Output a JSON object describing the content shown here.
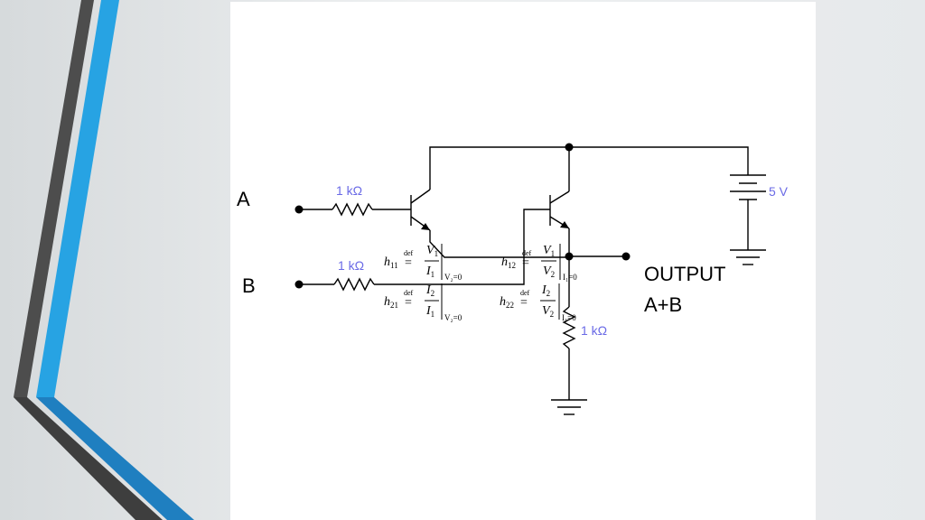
{
  "diagram": {
    "input_a_label": "A",
    "input_b_label": "B",
    "resistor_a_value": "1 kΩ",
    "resistor_b_value": "1 kΩ",
    "resistor_out_value": "1 kΩ",
    "supply_value": "5 V",
    "output_label_line1": "OUTPUT",
    "output_label_line2": "A+B"
  },
  "equations": {
    "def_marker": "def",
    "h11": {
      "h": "h",
      "sub": "11",
      "num": "V",
      "num_sub": "1",
      "den": "I",
      "den_sub": "1",
      "cond": "V₂=0"
    },
    "h12": {
      "h": "h",
      "sub": "12",
      "num": "V",
      "num_sub": "1",
      "den": "V",
      "den_sub": "2",
      "cond": "I₁=0"
    },
    "h21": {
      "h": "h",
      "sub": "21",
      "num": "I",
      "num_sub": "2",
      "den": "I",
      "den_sub": "1",
      "cond": "V₂=0"
    },
    "h22": {
      "h": "h",
      "sub": "22",
      "num": "I",
      "num_sub": "2",
      "den": "V",
      "den_sub": "2",
      "cond": "I₁=0"
    }
  },
  "colors": {
    "accent_blue": "#27a3e3",
    "accent_dark": "#4a4a4a",
    "label_blue": "#6a6ae6"
  }
}
